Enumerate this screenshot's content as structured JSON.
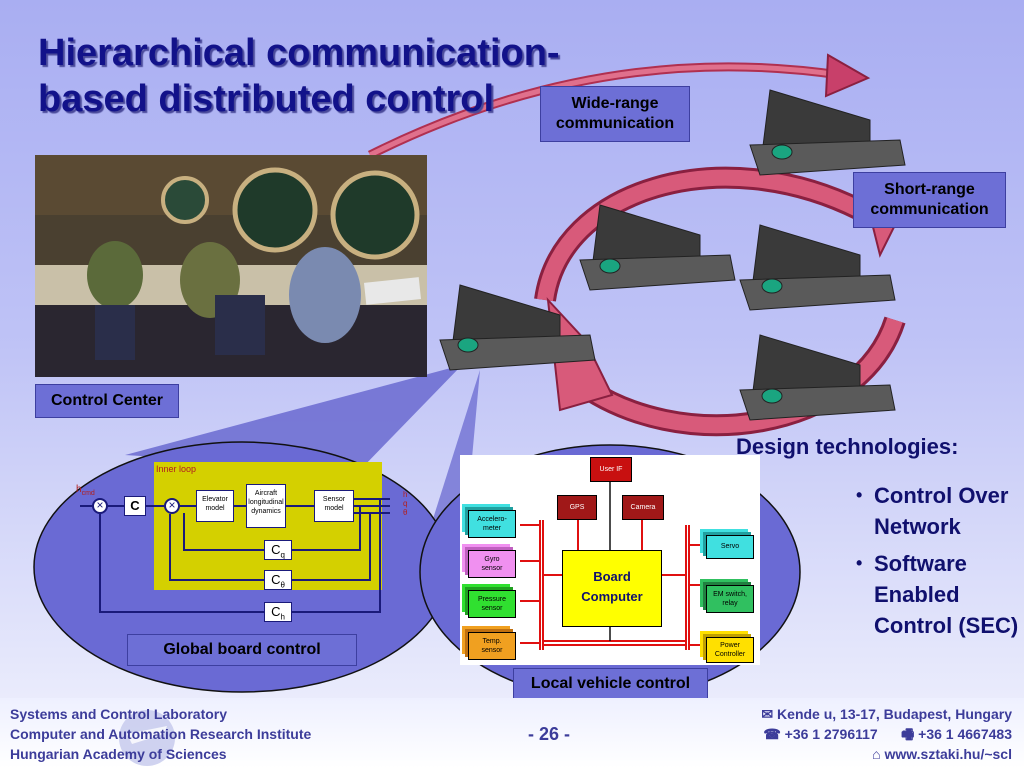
{
  "title": {
    "line1": "Hierarchical communication-",
    "line2": "based distributed control"
  },
  "labels": {
    "wide_range": "Wide-range communication",
    "short_range": "Short-range communication",
    "control_center": "Control Center",
    "global_board": "Global board control",
    "local_vehicle": "Local vehicle control"
  },
  "design": {
    "heading": "Design technologies:",
    "items": [
      "Control Over Network",
      "Software Enabled Control (SEC)"
    ]
  },
  "global_diagram": {
    "inner_loop": "Inner loop",
    "h_cmd": "h",
    "h_cmd_sub": "cmd",
    "c_block": "C",
    "elevator": [
      "Elevator",
      "model"
    ],
    "aircraft": [
      "Aircraft",
      "longitudinal",
      "dynamics"
    ],
    "sensor": [
      "Sensor",
      "model"
    ],
    "outputs": [
      "h",
      "q",
      "θ"
    ],
    "cq": "C",
    "cq_sub": "q",
    "ct": "C",
    "ct_sub": "θ",
    "ch": "C",
    "ch_sub": "h"
  },
  "local_diagram": {
    "user_if": "User IF",
    "gps": "GPS",
    "camera": "Camera",
    "board_computer": [
      "Board",
      "Computer"
    ],
    "accelerometer": [
      "Accelero-",
      "meter"
    ],
    "gyro": [
      "Gyro",
      "sensor"
    ],
    "pressure": [
      "Pressure",
      "sensor"
    ],
    "temp": [
      "Temp.",
      "sensor"
    ],
    "servo": "Servo",
    "em_switch": [
      "EM switch,",
      "relay"
    ],
    "power_controller": [
      "Power",
      "Controller"
    ]
  },
  "footer": {
    "left": [
      "Systems and Control Laboratory",
      "Computer and Automation Research Institute",
      "Hungarian Academy of Sciences"
    ],
    "page": "- 26 -",
    "address": "Kende u, 13-17, Budapest, Hungary",
    "phone": "+36 1 2796117",
    "fax": "+36 1 4667483",
    "web": "www.sztaki.hu/~scl"
  },
  "colors": {
    "title": "#12128a",
    "label_box": "#6d6fd6",
    "arrow_red": "#c8406a",
    "inner_loop_bg": "#d4d000"
  }
}
